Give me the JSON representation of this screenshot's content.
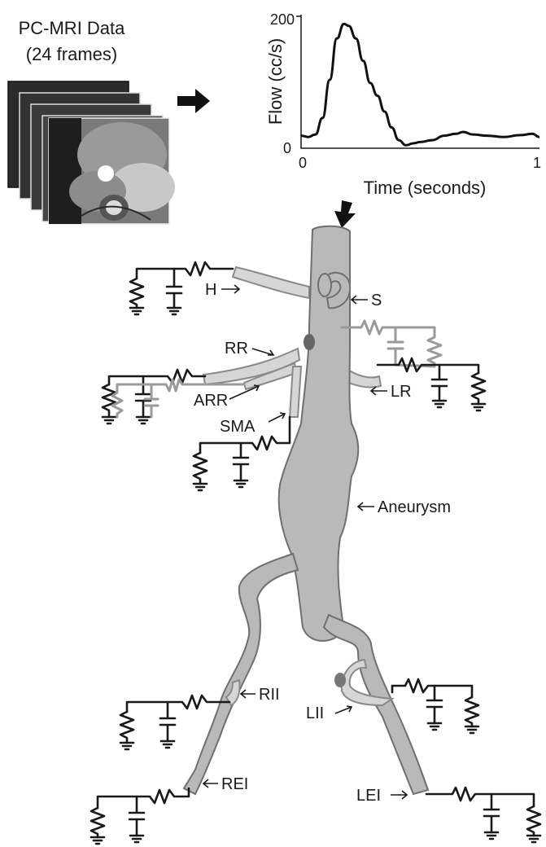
{
  "input": {
    "title_line1": "PC-MRI Data",
    "title_line2": "(24 frames)"
  },
  "flow_plot": {
    "chart_data": {
      "type": "line",
      "xlabel": "Time (seconds)",
      "ylabel": "Flow (cc/s)",
      "x_tick_labels": [
        "0",
        "1"
      ],
      "y_tick_labels": [
        "0",
        "200"
      ],
      "xlim": [
        0,
        1
      ],
      "ylim": [
        0,
        200
      ],
      "grid": false,
      "series": [
        {
          "x": [
            0.0,
            0.03,
            0.06,
            0.09,
            0.12,
            0.15,
            0.18,
            0.2,
            0.23,
            0.26,
            0.29,
            0.32,
            0.35,
            0.38,
            0.41,
            0.44,
            0.47,
            0.5,
            0.55,
            0.6,
            0.65,
            0.68,
            0.72,
            0.78,
            0.85,
            0.92,
            0.97,
            1.0
          ],
          "y": [
            12,
            10,
            14,
            40,
            100,
            165,
            188,
            185,
            165,
            130,
            95,
            75,
            50,
            25,
            5,
            -3,
            0,
            2,
            5,
            12,
            15,
            18,
            14,
            12,
            10,
            13,
            15,
            10
          ]
        }
      ]
    }
  },
  "labels": {
    "H": "H",
    "S": "S",
    "RR": "RR",
    "ARR": "ARR",
    "LR": "LR",
    "SMA": "SMA",
    "Aneurysm": "Aneurysm",
    "RII": "RII",
    "LII": "LII",
    "REI": "REI",
    "LEI": "LEI"
  }
}
